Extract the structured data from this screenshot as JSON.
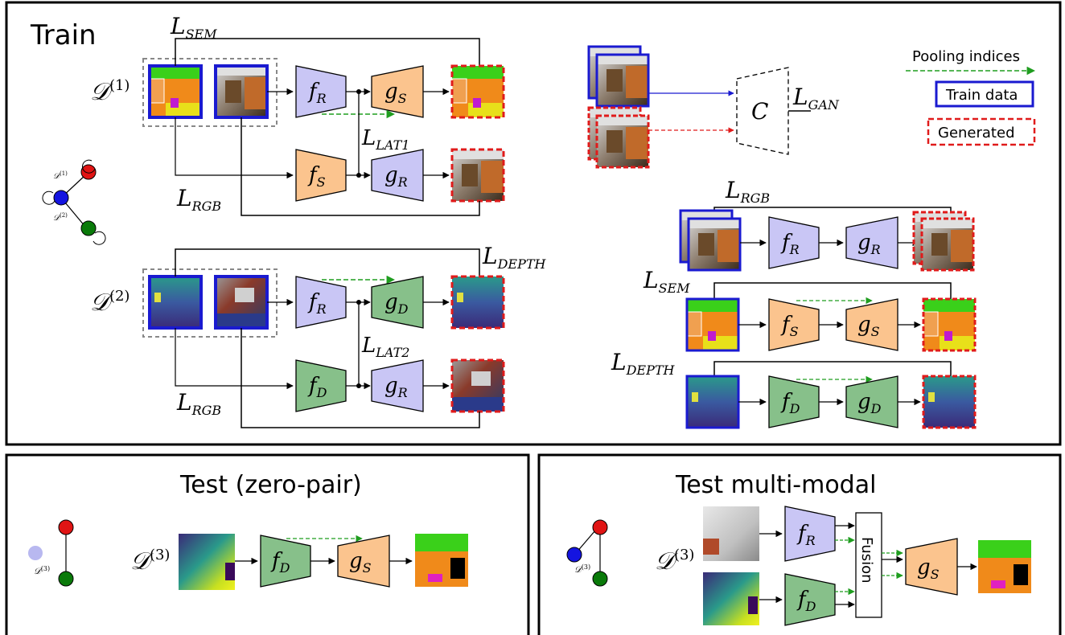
{
  "panels": {
    "train_title": "Train",
    "test_zero_pair_title": "Test (zero-pair)",
    "test_multimodal_title": "Test multi-modal"
  },
  "datasets": {
    "d1": "𝒟",
    "d1_sup": "(1)",
    "d2": "𝒟",
    "d2_sup": "(2)",
    "d3": "𝒟",
    "d3_sup": "(3)"
  },
  "networks": {
    "f_R": "f",
    "f_R_sub": "R",
    "f_S": "f",
    "f_S_sub": "S",
    "f_D": "f",
    "f_D_sub": "D",
    "g_S": "g",
    "g_S_sub": "S",
    "g_R": "g",
    "g_R_sub": "R",
    "g_D": "g",
    "g_D_sub": "D",
    "C": "C",
    "fusion": "Fusion"
  },
  "losses": {
    "L": "L",
    "SEM": "SEM",
    "RGB": "RGB",
    "DEPTH": "DEPTH",
    "LAT1": "LAT1",
    "LAT2": "LAT2",
    "GAN": "GAN"
  },
  "legend": {
    "pooling_indices": "Pooling indices",
    "train_data": "Train data",
    "generated": "Generated"
  },
  "colors": {
    "rgb_net": "#c9c6f5",
    "sem_net": "#fbc48e",
    "depth_net": "#87c08a",
    "train_border": "#1a1ad0",
    "generated_border": "#e01b1b",
    "pooling_arrow": "#1f9d1f",
    "node_red": "#e01414",
    "node_blue": "#1414e0",
    "node_green": "#0a7a0a"
  }
}
